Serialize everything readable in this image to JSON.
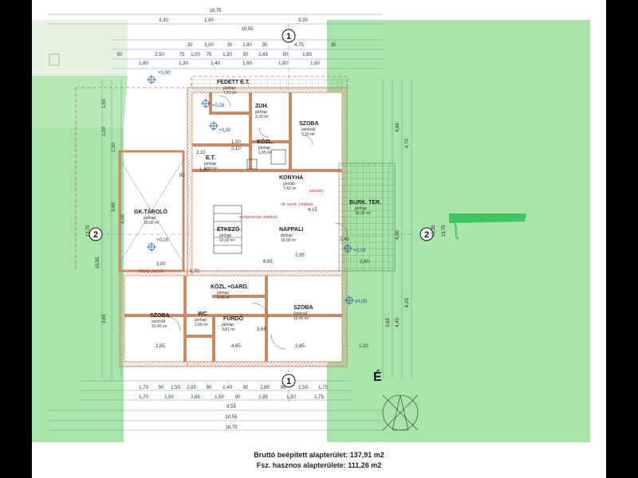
{
  "plan": {
    "overall_width_top": "16,75",
    "top_chain_1": [
      "3,30",
      "1,90",
      "5,35"
    ],
    "top_width_2": "10,55",
    "top_chain_3": [
      "30",
      "3,00",
      "30",
      "1,80",
      "30",
      "4,75",
      "30"
    ],
    "top_chain_4": [
      "50",
      "2,50",
      "75",
      "1,00",
      "75",
      "1,30",
      "50",
      "1,65",
      "50",
      "1,80"
    ],
    "top_chain_5": [
      "1,80",
      "1,30",
      "1,40",
      "1,60",
      "1,80",
      "1,60"
    ],
    "bottom_chain_1": [
      "1,70",
      "90",
      "1,50",
      "2,85",
      "90",
      "1,40",
      "90",
      "2,85",
      "90",
      "1,50",
      "1,75"
    ],
    "bottom_chain_2": [
      "1,70",
      "1,50",
      "2,85",
      "1,50",
      "90",
      "2,85",
      "1,50",
      "1,75"
    ],
    "bottom_width_1": "9,55",
    "bottom_width_2": "10,55",
    "bottom_width_3": "16,75",
    "left_dims": [
      "1,50",
      "1,00",
      "1,50",
      "3,80",
      "13,75",
      "10,55",
      "3,65",
      "4,00"
    ],
    "right_dims": [
      "4,66",
      "4,70",
      "4,00",
      "13,35",
      "13,75",
      "6,25",
      "4,40",
      "3,65"
    ],
    "rooms": [
      {
        "name": "FEDETT E.T.",
        "sub": "járólap",
        "area": "7,53 m²"
      },
      {
        "name": "ZUH.",
        "sub": "járólap",
        "area": "3,30 m²"
      },
      {
        "name": "SZOBA",
        "sub": "laminált",
        "area": "9,30 m²"
      },
      {
        "name": "KÖZL.",
        "sub": "járólap",
        "area": "1,65 m²"
      },
      {
        "name": "E.T.",
        "sub": "járólap",
        "area": "5,50 m²"
      },
      {
        "name": "KONYHA",
        "sub": "járólap",
        "area": "7,42 m²"
      },
      {
        "name": "GK.TÁROLÓ",
        "sub": "járólap",
        "area": "18,00 m²"
      },
      {
        "name": "ÉTKEZŐ",
        "sub": "járólap",
        "area": "10,00 m²"
      },
      {
        "name": "NAPPALI",
        "sub": "járólap",
        "area": "16,68 m²"
      },
      {
        "name": "BURK. TER.",
        "sub": "járólap",
        "area": "16,20 m²"
      },
      {
        "name": "KÖZL.+GARD.",
        "sub": "járólap",
        "area": "6,43 m²"
      },
      {
        "name": "SZOBA",
        "sub": "laminált",
        "area": "10,40 m²"
      },
      {
        "name": "WC",
        "sub": "járólap",
        "area": "1,06 m²"
      },
      {
        "name": "FÜRDŐ",
        "sub": "járólap",
        "area": "3,81 m²"
      },
      {
        "name": "SZOBA",
        "sub": "laminált",
        "area": "10,40 m²"
      }
    ],
    "notes": [
      "vb. szerk. (statika)",
      "acélgerenda (statikai)",
      "párkány",
      "hőszig. pad.fel."
    ],
    "levels": [
      "+0,00",
      "+0,28",
      "+0,30",
      "+0,20",
      "+0,28",
      "±0,00"
    ],
    "axis_labels": [
      "1",
      "1",
      "2",
      "2"
    ],
    "north_label": "É",
    "inner_dims": [
      "1,80",
      "2,10",
      "1,00",
      "2,10",
      "4,15",
      "6,65",
      "2,95",
      "2,80",
      "2,46",
      "4,65",
      "3,65",
      "2,85",
      "2,85",
      "1,00",
      "1,70",
      "3,00",
      "90"
    ]
  },
  "footer": {
    "gross_area": "Bruttó beépített alapterület: 137,91 m2",
    "net_area": "Fsz. hasznos alapterülete: 111,26 m2"
  },
  "colors": {
    "lawn": "#a8e3a8",
    "lawn_light": "#e6f5e2",
    "wall": "#c98b66",
    "dimension": "#1a4fa0",
    "hatch": "#d9836b"
  }
}
